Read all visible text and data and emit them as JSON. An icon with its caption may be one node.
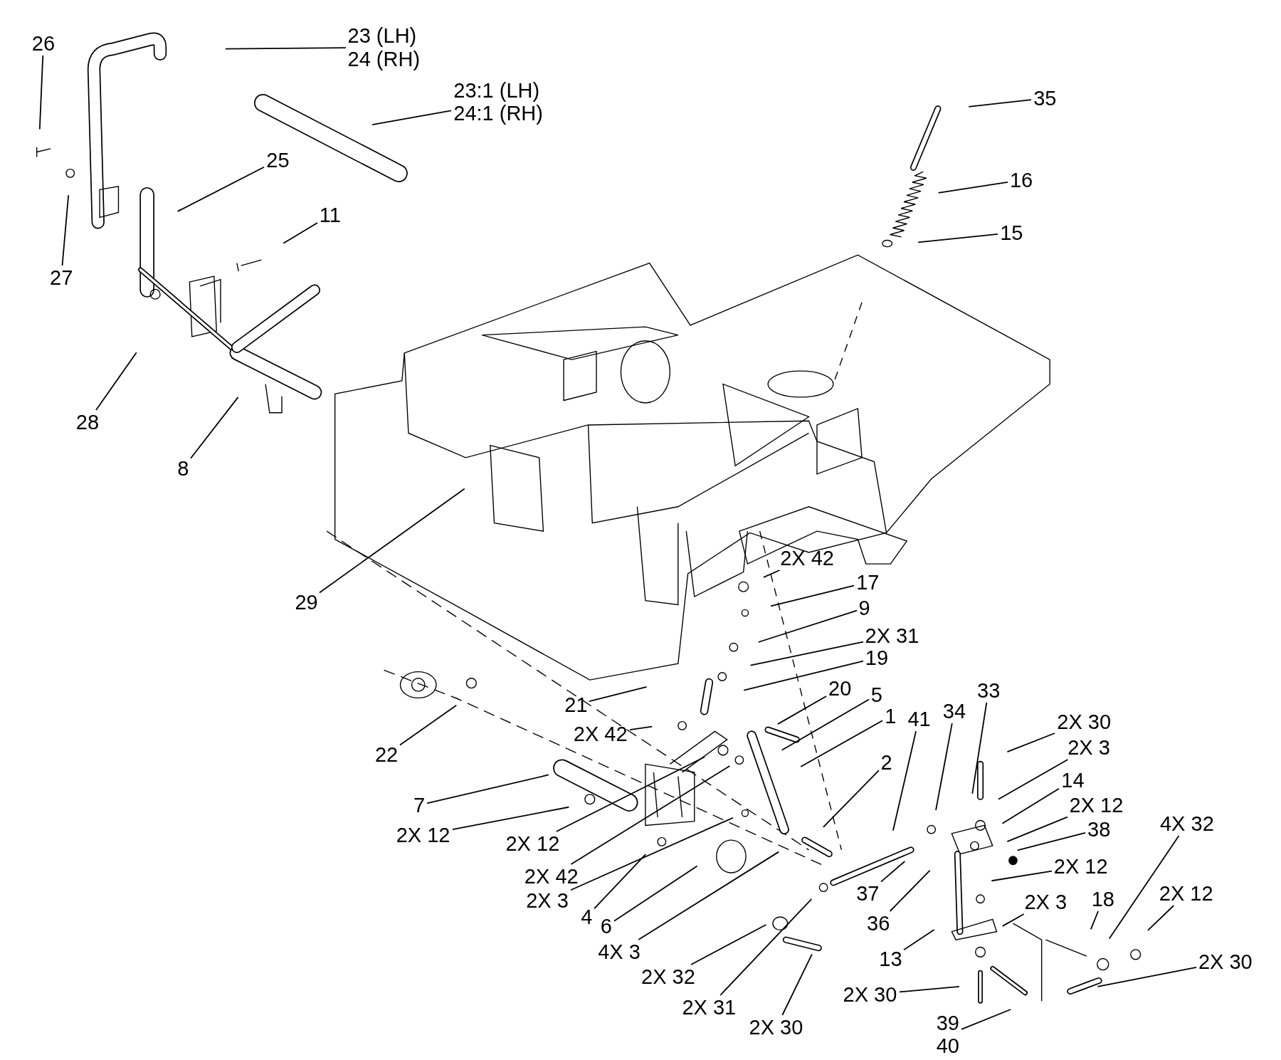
{
  "diagram": {
    "nodes": [
      {
        "text": [
          "26"
        ]
      },
      {
        "text": [
          "23 (LH)",
          "24 (RH)"
        ]
      },
      {
        "text": [
          "23:1 (LH)",
          "24:1 (RH)"
        ]
      },
      {
        "text": [
          "25"
        ]
      },
      {
        "text": [
          "27"
        ]
      },
      {
        "text": [
          "11"
        ]
      },
      {
        "text": [
          "28"
        ]
      },
      {
        "text": [
          "8"
        ]
      },
      {
        "text": [
          "35"
        ]
      },
      {
        "text": [
          "16"
        ]
      },
      {
        "text": [
          "15"
        ]
      },
      {
        "text": [
          "29"
        ]
      },
      {
        "text": [
          "2X 42"
        ]
      },
      {
        "text": [
          "17"
        ]
      },
      {
        "text": [
          "9"
        ]
      },
      {
        "text": [
          "2X 31"
        ]
      },
      {
        "text": [
          "19"
        ]
      },
      {
        "text": [
          "21"
        ]
      },
      {
        "text": [
          "20"
        ]
      },
      {
        "text": [
          "5"
        ]
      },
      {
        "text": [
          "1"
        ]
      },
      {
        "text": [
          "2X 42"
        ]
      },
      {
        "text": [
          "41"
        ]
      },
      {
        "text": [
          "34"
        ]
      },
      {
        "text": [
          "33"
        ]
      },
      {
        "text": [
          "2X 30"
        ]
      },
      {
        "text": [
          "2X 3"
        ]
      },
      {
        "text": [
          "14"
        ]
      },
      {
        "text": [
          "2X 12"
        ]
      },
      {
        "text": [
          "38"
        ]
      },
      {
        "text": [
          "4X 32"
        ]
      },
      {
        "text": [
          "2X 12"
        ]
      },
      {
        "text": [
          "2X 3"
        ]
      },
      {
        "text": [
          "18"
        ]
      },
      {
        "text": [
          "2X 12"
        ]
      },
      {
        "text": [
          "2X 30"
        ]
      },
      {
        "text": [
          "22"
        ]
      },
      {
        "text": [
          "7"
        ]
      },
      {
        "text": [
          "2X 12"
        ]
      },
      {
        "text": [
          "2X 12"
        ]
      },
      {
        "text": [
          "2X 42"
        ]
      },
      {
        "text": [
          "2X 3"
        ]
      },
      {
        "text": [
          "4"
        ]
      },
      {
        "text": [
          "6"
        ]
      },
      {
        "text": [
          "4X 3"
        ]
      },
      {
        "text": [
          "2"
        ]
      },
      {
        "text": [
          "37"
        ]
      },
      {
        "text": [
          "36"
        ]
      },
      {
        "text": [
          "13"
        ]
      },
      {
        "text": [
          "2X 32"
        ]
      },
      {
        "text": [
          "2X 31"
        ]
      },
      {
        "text": [
          "2X 30"
        ]
      },
      {
        "text": [
          "2X 30"
        ]
      },
      {
        "text": [
          "39",
          "40"
        ]
      }
    ],
    "edges": [
      {
        "from": 0,
        "to": null,
        "arrow": "none"
      },
      {
        "from": 1,
        "to": null,
        "arrow": "none"
      },
      {
        "from": 2,
        "to": null,
        "arrow": "none"
      },
      {
        "from": 3,
        "to": null,
        "arrow": "none"
      },
      {
        "from": 4,
        "to": null,
        "arrow": "none"
      },
      {
        "from": 5,
        "to": null,
        "arrow": "none"
      },
      {
        "from": 6,
        "to": null,
        "arrow": "none"
      },
      {
        "from": 7,
        "to": null,
        "arrow": "none"
      },
      {
        "from": 8,
        "to": null,
        "arrow": "none"
      },
      {
        "from": 9,
        "to": null,
        "arrow": "none"
      },
      {
        "from": 10,
        "to": null,
        "arrow": "none"
      },
      {
        "from": 11,
        "to": null,
        "arrow": "none"
      },
      {
        "from": 12,
        "to": null,
        "arrow": "none"
      },
      {
        "from": 13,
        "to": null,
        "arrow": "none"
      },
      {
        "from": 14,
        "to": null,
        "arrow": "none"
      },
      {
        "from": 15,
        "to": null,
        "arrow": "none"
      },
      {
        "from": 16,
        "to": null,
        "arrow": "none"
      },
      {
        "from": 17,
        "to": null,
        "arrow": "none"
      },
      {
        "from": 18,
        "to": null,
        "arrow": "none"
      },
      {
        "from": 19,
        "to": null,
        "arrow": "none"
      },
      {
        "from": 20,
        "to": null,
        "arrow": "none"
      },
      {
        "from": 21,
        "to": null,
        "arrow": "none"
      },
      {
        "from": 22,
        "to": null,
        "arrow": "none"
      },
      {
        "from": 23,
        "to": null,
        "arrow": "none"
      },
      {
        "from": 24,
        "to": null,
        "arrow": "none"
      },
      {
        "from": 25,
        "to": null,
        "arrow": "none"
      },
      {
        "from": 26,
        "to": null,
        "arrow": "none"
      },
      {
        "from": 27,
        "to": null,
        "arrow": "none"
      },
      {
        "from": 28,
        "to": null,
        "arrow": "none"
      },
      {
        "from": 29,
        "to": null,
        "arrow": "none"
      },
      {
        "from": 30,
        "to": null,
        "arrow": "none"
      },
      {
        "from": 31,
        "to": null,
        "arrow": "none"
      },
      {
        "from": 32,
        "to": null,
        "arrow": "none"
      },
      {
        "from": 33,
        "to": null,
        "arrow": "none"
      },
      {
        "from": 34,
        "to": null,
        "arrow": "none"
      },
      {
        "from": 35,
        "to": null,
        "arrow": "none"
      },
      {
        "from": 36,
        "to": null,
        "arrow": "none"
      },
      {
        "from": 37,
        "to": null,
        "arrow": "none"
      },
      {
        "from": 38,
        "to": null,
        "arrow": "none"
      },
      {
        "from": 39,
        "to": null,
        "arrow": "none"
      },
      {
        "from": 40,
        "to": null,
        "arrow": "none"
      },
      {
        "from": 41,
        "to": null,
        "arrow": "none"
      },
      {
        "from": 42,
        "to": null,
        "arrow": "none"
      },
      {
        "from": 43,
        "to": null,
        "arrow": "none"
      },
      {
        "from": 44,
        "to": null,
        "arrow": "none"
      },
      {
        "from": 45,
        "to": null,
        "arrow": "none"
      },
      {
        "from": 46,
        "to": null,
        "arrow": "none"
      },
      {
        "from": 47,
        "to": null,
        "arrow": "none"
      },
      {
        "from": 48,
        "to": null,
        "arrow": "none"
      },
      {
        "from": 49,
        "to": null,
        "arrow": "none"
      },
      {
        "from": 50,
        "to": null,
        "arrow": "none"
      },
      {
        "from": 51,
        "to": null,
        "arrow": "none"
      },
      {
        "from": 52,
        "to": null,
        "arrow": "none"
      },
      {
        "from": 53,
        "to": null,
        "arrow": "none"
      }
    ]
  }
}
